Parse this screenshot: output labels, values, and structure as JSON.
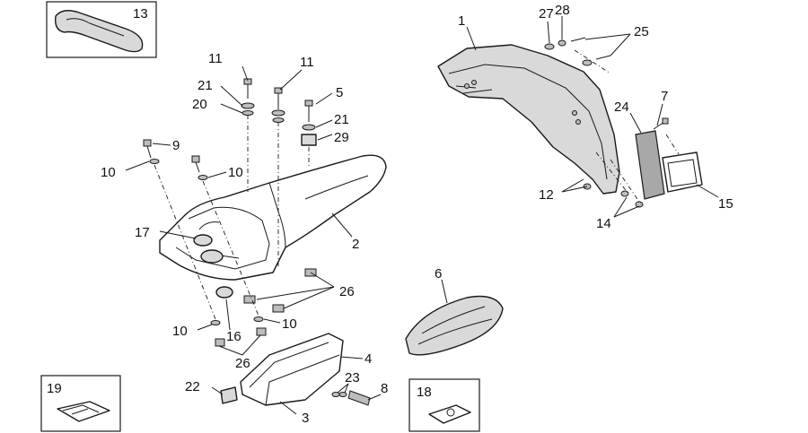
{
  "callouts": {
    "c1": "1",
    "c2": "2",
    "c3": "3",
    "c4": "4",
    "c5": "5",
    "c6": "6",
    "c7": "7",
    "c8": "8",
    "c9": "9",
    "c10a": "10",
    "c10b": "10",
    "c10c": "10",
    "c10d": "10",
    "c11a": "11",
    "c11b": "11",
    "c12": "12",
    "c13": "13",
    "c14": "14",
    "c15": "15",
    "c16": "16",
    "c17": "17",
    "c18": "18",
    "c19": "19",
    "c20": "20",
    "c21a": "21",
    "c21b": "21",
    "c22": "22",
    "c23": "23",
    "c24": "24",
    "c25": "25",
    "c26a": "26",
    "c26b": "26",
    "c27": "27",
    "c28": "28",
    "c29": "29"
  }
}
